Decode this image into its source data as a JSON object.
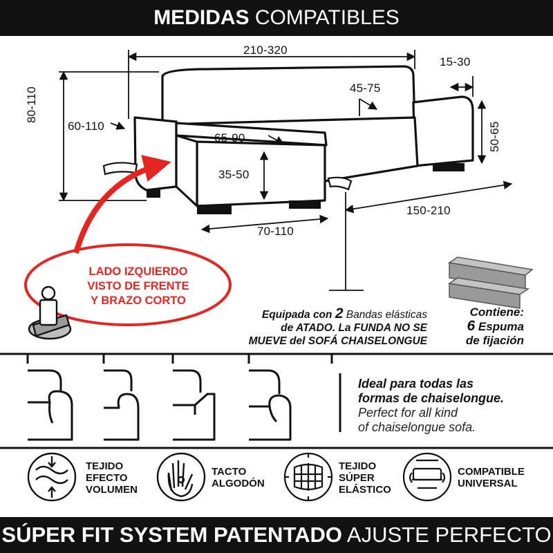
{
  "header": {
    "bold": "MEDIDAS",
    "light": "COMPATIBLES"
  },
  "dimensions": {
    "total_width": "210-320",
    "arm_depth": "15-30",
    "seat_depth": "45-75",
    "total_height": "80-110",
    "arm_width": "60-110",
    "chaise_seat": "65-90",
    "seat_height": "35-50",
    "back_height": "50-65",
    "chaise_width": "70-110",
    "sofa_length": "150-210"
  },
  "side_note": [
    "LADO IZQUIERDO",
    "VISTO DE FRENTE",
    "Y BRAZO CORTO"
  ],
  "bands_note": {
    "line1_a": "Equipada con ",
    "line1_b": "2",
    "line1_c": " Bandas elásticas",
    "line2": "de ATADO. La FUNDA NO SE",
    "line3": "MUEVE del SOFÁ CHAISELONGUE"
  },
  "foam_note": {
    "line1": "Contiene:",
    "number": "6",
    "line2": "Espuma",
    "line3": "de fijación"
  },
  "ideal": {
    "es_line1": "Ideal para todas las",
    "es_line2": "formas de chaiselongue.",
    "en_line1": "Perfect for all kind",
    "en_line2": "of chaiselongue sofa."
  },
  "features": [
    {
      "icon": "volume-fabric-icon",
      "lines": [
        "TEJIDO",
        "EFECTO",
        "VOLUMEN"
      ]
    },
    {
      "icon": "cotton-touch-icon",
      "lines": [
        "TACTO",
        "ALGODÓN"
      ]
    },
    {
      "icon": "super-elastic-icon",
      "lines": [
        "TEJIDO",
        "SÚPER",
        "ELÁSTICO"
      ]
    },
    {
      "icon": "universal-sofa-icon",
      "lines": [
        "COMPATIBLE",
        "UNIVERSAL"
      ]
    }
  ],
  "footer": {
    "bold": "SÚPER FIT SYSTEM PATENTADO",
    "light": "AJUSTE PERFECTO"
  },
  "colors": {
    "accent_red": "#e52521",
    "bar": "#111111",
    "cushion_gray": "#9a9a9a"
  }
}
